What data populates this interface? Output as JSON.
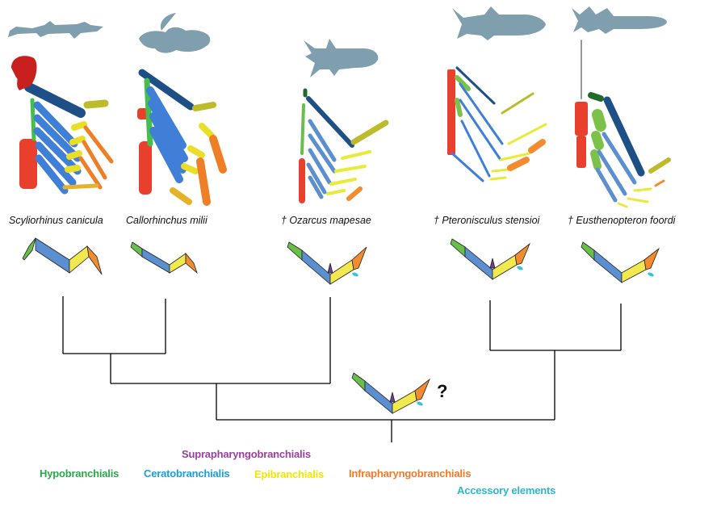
{
  "figure": {
    "title": "Gill arch skeleton evolution across gnathostomes",
    "taxa": [
      {
        "id": "scyliorhinus",
        "label": "Scyliorhinus canicula",
        "extinct": false
      },
      {
        "id": "callorhinchus",
        "label": "Callorhinchus milii",
        "extinct": false
      },
      {
        "id": "ozarcus",
        "label": "† Ozarcus mapesae",
        "extinct": true
      },
      {
        "id": "pteronisculus",
        "label": "† Pteronisculus stensioi",
        "extinct": true
      },
      {
        "id": "eusthenopteron",
        "label": "† Eusthenopteron foordi",
        "extinct": true
      }
    ],
    "ancestral_uncertainty_mark": "?",
    "tree": {
      "topology": "(((Scyliorhinus canicula, Callorhinchus milii), Ozarcus mapesae), (Pteronisculus stensioi, Eusthenopteron foordi))"
    }
  },
  "legend": {
    "items": [
      {
        "id": "supra",
        "label": "Suprapharyngobranchialis",
        "color": "#9b3fa0"
      },
      {
        "id": "hypo",
        "label": "Hypobranchialis",
        "color": "#2aa84a"
      },
      {
        "id": "cerato",
        "label": "Ceratobranchialis",
        "color": "#1a9de0"
      },
      {
        "id": "epi",
        "label": "Epibranchialis",
        "color": "#f2e600"
      },
      {
        "id": "infra",
        "label": "Infrapharyngobranchialis",
        "color": "#f07a2a"
      },
      {
        "id": "acc",
        "label": "Accessory elements",
        "color": "#2ab8d0"
      }
    ]
  },
  "colors": {
    "silhouette": "#7f9eae",
    "hypo_fill": "#6abf4b",
    "cerato_fill": "#5b8fd0",
    "epi_fill": "#f2e94e",
    "infra_fill": "#f28c2e",
    "supra_fill": "#6b3f8e",
    "acc_fill": "#3cc1d6",
    "basi_fill": "#e8402c",
    "dark_blue": "#1e4f86",
    "olive": "#bcbb2c",
    "dark_green": "#1f6b2e",
    "tree_line": "#000000"
  }
}
